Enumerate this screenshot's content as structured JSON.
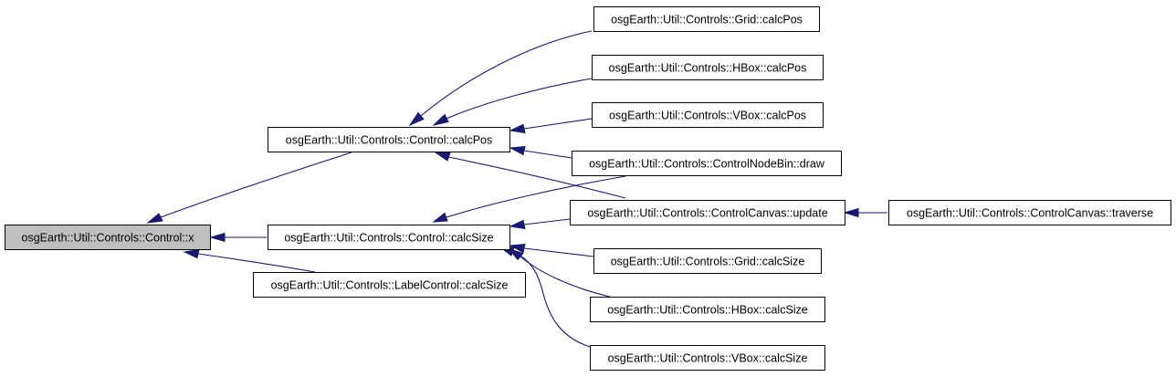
{
  "colors": {
    "edge": "#191970",
    "root_fill": "#bfbfbf",
    "node_fill": "#ffffff",
    "node_border": "#000000"
  },
  "nodes": {
    "root": "osgEarth::Util::Controls::Control::x",
    "control_calcpos": "osgEarth::Util::Controls::Control::calcPos",
    "control_calcsize": "osgEarth::Util::Controls::Control::calcSize",
    "labelcontrol_calcsize": "osgEarth::Util::Controls::LabelControl::calcSize",
    "grid_calcpos": "osgEarth::Util::Controls::Grid::calcPos",
    "hbox_calcpos": "osgEarth::Util::Controls::HBox::calcPos",
    "vbox_calcpos": "osgEarth::Util::Controls::VBox::calcPos",
    "controlnodebin_draw": "osgEarth::Util::Controls::ControlNodeBin::draw",
    "controlcanvas_update": "osgEarth::Util::Controls::ControlCanvas::update",
    "controlcanvas_traverse": "osgEarth::Util::Controls::ControlCanvas::traverse",
    "grid_calcsize": "osgEarth::Util::Controls::Grid::calcSize",
    "hbox_calcsize": "osgEarth::Util::Controls::HBox::calcSize",
    "vbox_calcsize": "osgEarth::Util::Controls::VBox::calcSize"
  }
}
